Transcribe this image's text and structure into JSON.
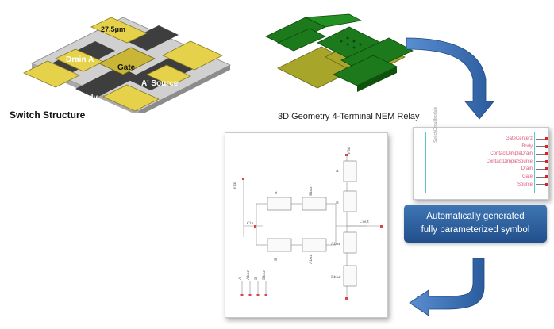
{
  "switch": {
    "caption": "Switch Structure",
    "dimension_label": "27.5μm",
    "labels": {
      "drain_a": "Drain A",
      "gate": "Gate",
      "a_prime_source": "A' Source",
      "body": "Body"
    }
  },
  "relay": {
    "caption": "3D Geometry 4-Terminal NEM Relay"
  },
  "symbol": {
    "pins": [
      "GateCenterz",
      "Body",
      "ContactDimpleDrain",
      "ContactDimpleSource",
      "Drain",
      "Gate",
      "Source"
    ],
    "side_label": "SwitchCircuitModule"
  },
  "callout": {
    "line1": "Automatically generated",
    "line2": "fully parameterized symbol"
  },
  "schematic": {
    "labels": {
      "vdd_left": "Vdd",
      "vdd_right": "Vdd",
      "cin": "Cin",
      "cout": "Cout",
      "a1": "A",
      "b1": "B",
      "bbar1": "Bbar",
      "abar1": "Abar",
      "a2": "A",
      "b2": "B",
      "abar2": "Abar",
      "bbar2": "Bbar"
    },
    "legend": [
      "A",
      "Abar",
      "B",
      "Bbar"
    ]
  },
  "colors": {
    "gold": "#e6d24a",
    "dark_green": "#1c7a1c",
    "olive": "#a8a62a",
    "arrow_blue": "#3a6fb0",
    "callout_blue": "#2e5f9e"
  }
}
